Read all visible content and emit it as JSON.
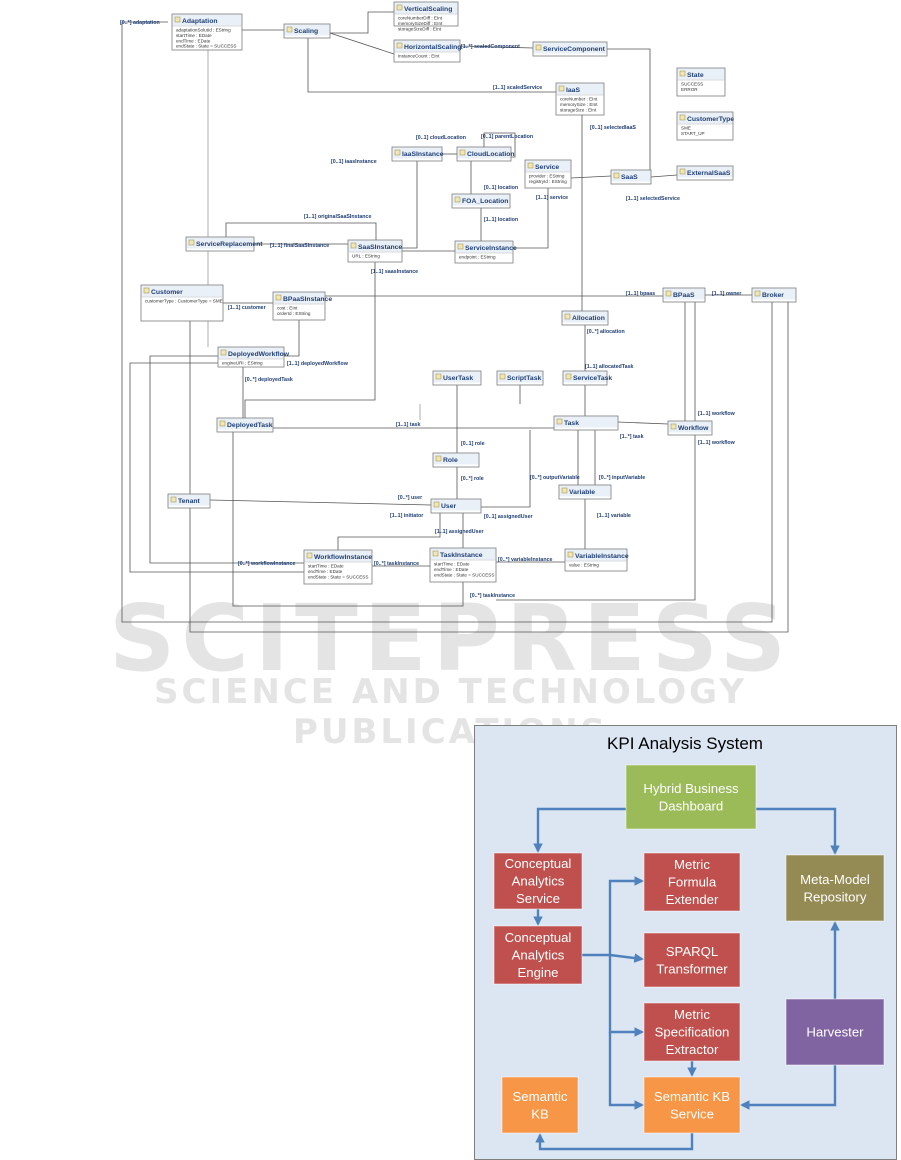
{
  "watermark": {
    "line1": "SCITEPRESS",
    "line2": "SCIENCE AND TECHNOLOGY PUBLICATIONS"
  },
  "uml": {
    "classes": [
      {
        "id": "Adaptation",
        "name": "Adaptation",
        "attrs": [
          "adaptationSolutId : EString",
          "startTime : EDate",
          "endTime : EDate",
          "endState : State = SUCCESS"
        ]
      },
      {
        "id": "Scaling",
        "name": "Scaling",
        "attrs": []
      },
      {
        "id": "VerticalScaling",
        "name": "VerticalScaling",
        "attrs": [
          "coreNumberDiff : EInt",
          "memorySizeDiff : EInt",
          "storageSizeDiff : EInt"
        ]
      },
      {
        "id": "HorizontalScaling",
        "name": "HorizontalScaling",
        "attrs": [
          "instanceCount : EInt"
        ]
      },
      {
        "id": "ServiceComponent",
        "name": "ServiceComponent",
        "attrs": []
      },
      {
        "id": "State",
        "name": "State",
        "attrs": [
          "SUCCESS",
          "ERROR"
        ]
      },
      {
        "id": "CustomerType",
        "name": "CustomerType",
        "attrs": [
          "SME",
          "START_UP"
        ]
      },
      {
        "id": "IaaS",
        "name": "IaaS",
        "attrs": [
          "coreNumber : EInt",
          "memorySize : EInt",
          "storageSize : EInt"
        ]
      },
      {
        "id": "IaaSInstance",
        "name": "IaaSInstance",
        "attrs": []
      },
      {
        "id": "CloudLocation",
        "name": "CloudLocation",
        "attrs": []
      },
      {
        "id": "Service",
        "name": "Service",
        "attrs": [
          "provider : EString",
          "registryId : EString"
        ]
      },
      {
        "id": "SaaS",
        "name": "SaaS",
        "attrs": []
      },
      {
        "id": "ExternalSaaS",
        "name": "ExternalSaaS",
        "attrs": []
      },
      {
        "id": "FOALocation",
        "name": "FOA_Location",
        "attrs": []
      },
      {
        "id": "ServiceReplacement",
        "name": "ServiceReplacement",
        "attrs": []
      },
      {
        "id": "SaaSInstance",
        "name": "SaaSInstance",
        "attrs": [
          "URL : EString"
        ]
      },
      {
        "id": "ServiceInstance",
        "name": "ServiceInstance",
        "attrs": [
          "endpoint : EString"
        ]
      },
      {
        "id": "Customer",
        "name": "Customer",
        "attrs": [
          "customerType : CustomerType = SME"
        ]
      },
      {
        "id": "BPaaSInstance",
        "name": "BPaaSInstance",
        "attrs": [
          "cost : EInt",
          "orderId : EString"
        ]
      },
      {
        "id": "BPaaS",
        "name": "BPaaS",
        "attrs": []
      },
      {
        "id": "Broker",
        "name": "Broker",
        "attrs": []
      },
      {
        "id": "Allocation",
        "name": "Allocation",
        "attrs": []
      },
      {
        "id": "DeployedWorkflow",
        "name": "DeployedWorkflow",
        "attrs": [
          "engineURI : EString"
        ]
      },
      {
        "id": "UserTask",
        "name": "UserTask",
        "attrs": []
      },
      {
        "id": "ScriptTask",
        "name": "ScriptTask",
        "attrs": []
      },
      {
        "id": "ServiceTask",
        "name": "ServiceTask",
        "attrs": []
      },
      {
        "id": "DeployedTask",
        "name": "DeployedTask",
        "attrs": []
      },
      {
        "id": "Task",
        "name": "Task",
        "attrs": []
      },
      {
        "id": "Workflow",
        "name": "Workflow",
        "attrs": []
      },
      {
        "id": "Role",
        "name": "Role",
        "attrs": []
      },
      {
        "id": "Variable",
        "name": "Variable",
        "attrs": []
      },
      {
        "id": "Tenant",
        "name": "Tenant",
        "attrs": []
      },
      {
        "id": "User",
        "name": "User",
        "attrs": []
      },
      {
        "id": "WorkflowInstance",
        "name": "WorkflowInstance",
        "attrs": [
          "startTime : EDate",
          "endTime : EDate",
          "endState : State = SUCCESS"
        ]
      },
      {
        "id": "TaskInstance",
        "name": "TaskInstance",
        "attrs": [
          "startTime : EDate",
          "endTime : EDate",
          "endState : State = SUCCESS"
        ]
      },
      {
        "id": "VariableInstance",
        "name": "VariableInstance",
        "attrs": [
          "value : EString"
        ]
      }
    ],
    "labels": [
      {
        "id": "l1",
        "text": "[0..*] adaptation"
      },
      {
        "id": "l2",
        "text": "[1..*] scaledComponent"
      },
      {
        "id": "l3",
        "text": "[1..1] scaledService"
      },
      {
        "id": "l4",
        "text": "[0..1] selectedIaaS"
      },
      {
        "id": "l5",
        "text": "[0..1] cloudLocation"
      },
      {
        "id": "l6",
        "text": "[0..1] parentLocation"
      },
      {
        "id": "l7",
        "text": "[0..1] iaasInstance"
      },
      {
        "id": "l8",
        "text": "[0..1] location"
      },
      {
        "id": "l9",
        "text": "[1..1] service"
      },
      {
        "id": "l10",
        "text": "[1..1] selectedService"
      },
      {
        "id": "l11",
        "text": "[1..1] originalSaaSInstance"
      },
      {
        "id": "l12",
        "text": "[1..1] location"
      },
      {
        "id": "l13",
        "text": "[1..1] finalSaaSInstance"
      },
      {
        "id": "l14",
        "text": "[1..1] saasInstance"
      },
      {
        "id": "l15",
        "text": "[1..1] bpaas"
      },
      {
        "id": "l16",
        "text": "[1..1] owner"
      },
      {
        "id": "l17",
        "text": "[1..1] customer"
      },
      {
        "id": "l18",
        "text": "[0..*] allocation"
      },
      {
        "id": "l19",
        "text": "[1..1] deployedWorkflow"
      },
      {
        "id": "l20",
        "text": "[1..1] allocatedTask"
      },
      {
        "id": "l21",
        "text": "[0..*] deployedTask"
      },
      {
        "id": "l22",
        "text": "[1..1] workflow"
      },
      {
        "id": "l23",
        "text": "[1..1] task"
      },
      {
        "id": "l24",
        "text": "[1..*] task"
      },
      {
        "id": "l25",
        "text": "[1..1] workflow"
      },
      {
        "id": "l26",
        "text": "[0..1] role"
      },
      {
        "id": "l27",
        "text": "[0..*] role"
      },
      {
        "id": "l28",
        "text": "[0..*] outputVariable"
      },
      {
        "id": "l29",
        "text": "[0..*] inputVariable"
      },
      {
        "id": "l30",
        "text": "[0..*] user"
      },
      {
        "id": "l31",
        "text": "[1..1] initiator"
      },
      {
        "id": "l32",
        "text": "[0..1] assignedUser"
      },
      {
        "id": "l33",
        "text": "[1..1] variable"
      },
      {
        "id": "l34",
        "text": "[1..1] assignedUser"
      },
      {
        "id": "l35",
        "text": "[0..*] workflowInstance"
      },
      {
        "id": "l36",
        "text": "[0..*] taskInstance"
      },
      {
        "id": "l37",
        "text": "[0..*] variableInstance"
      },
      {
        "id": "l38",
        "text": "[0..*] taskInstance"
      }
    ]
  },
  "kpi": {
    "title": "KPI Analysis System",
    "colors": {
      "panel": "#dce6f2",
      "green": "#9bbb59",
      "red": "#c0504d",
      "olive": "#948a54",
      "purple": "#8064a2",
      "orange": "#f79646",
      "arrow": "#4f81bd"
    },
    "boxes": [
      {
        "id": "dashboard",
        "lines": [
          "Hybrid Business",
          "Dashboard"
        ],
        "color": "green"
      },
      {
        "id": "cas",
        "lines": [
          "Conceptual",
          "Analytics",
          "Service"
        ],
        "color": "red"
      },
      {
        "id": "cae",
        "lines": [
          "Conceptual",
          "Analytics",
          "Engine"
        ],
        "color": "red"
      },
      {
        "id": "mfe",
        "lines": [
          "Metric",
          "Formula",
          "Extender"
        ],
        "color": "red"
      },
      {
        "id": "sparql",
        "lines": [
          "SPARQL",
          "Transformer"
        ],
        "color": "red"
      },
      {
        "id": "mse",
        "lines": [
          "Metric",
          "Specification",
          "Extractor"
        ],
        "color": "red"
      },
      {
        "id": "repo",
        "lines": [
          "Meta-Model",
          "Repository"
        ],
        "color": "olive"
      },
      {
        "id": "harvester",
        "lines": [
          "Harvester"
        ],
        "color": "purple"
      },
      {
        "id": "skb",
        "lines": [
          "Semantic",
          "KB"
        ],
        "color": "orange"
      },
      {
        "id": "skbs",
        "lines": [
          "Semantic KB",
          "Service"
        ],
        "color": "orange"
      }
    ]
  }
}
